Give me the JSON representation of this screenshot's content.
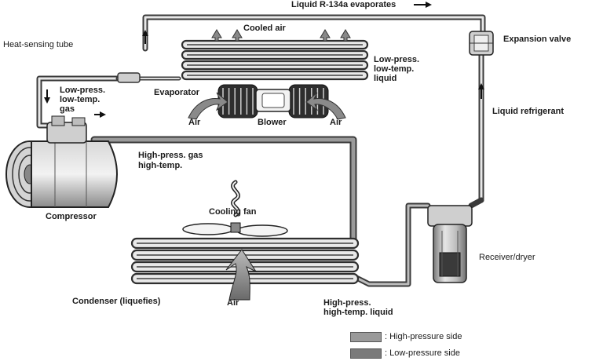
{
  "labels": {
    "title_top": "Liquid R-134a evaporates",
    "heat_sensing_tube": "Heat-sensing tube",
    "cooled_air": "Cooled air",
    "expansion_valve": "Expansion valve",
    "low_press_liquid": [
      "Low-press.",
      "low-temp.",
      "liquid"
    ],
    "low_press_gas": [
      "Low-press.",
      "low-temp.",
      "gas"
    ],
    "evaporator": "Evaporator",
    "air_left": "Air",
    "blower": "Blower",
    "air_right": "Air",
    "liquid_refrigerant": "Liquid refrigerant",
    "high_press_gas": [
      "High-press. gas",
      "high-temp."
    ],
    "compressor": "Compressor",
    "cooling_fan": "Cooling fan",
    "receiver_dryer": "Receiver/dryer",
    "condenser": "Condenser (liquefies)",
    "air_bottom": "Air",
    "high_press_liquid": [
      "High-press.",
      "high-temp. liquid"
    ]
  },
  "legend": [
    {
      "label": ": High-pressure side",
      "color": "#9a9a9a"
    },
    {
      "label": ": Low-pressure side",
      "color": "#7a7a7a"
    }
  ],
  "colors": {
    "pipe_dark": "#3a3a3a",
    "pipe_fill": "#d8d8d8",
    "coil": "#555555",
    "metal": "#bdbdbd"
  }
}
